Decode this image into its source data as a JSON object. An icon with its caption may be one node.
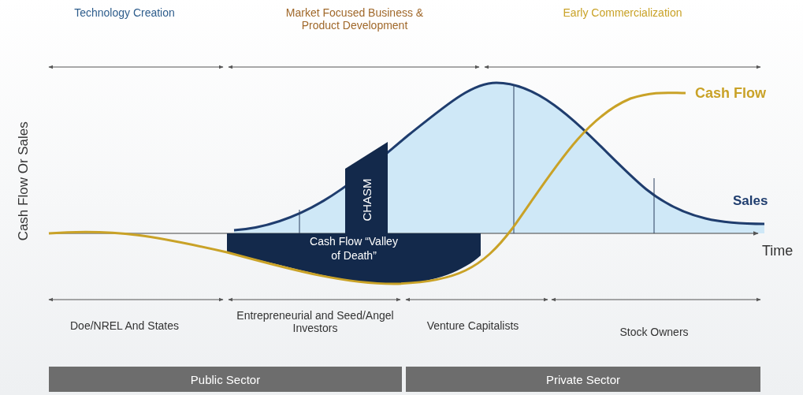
{
  "diagram": {
    "nodes": [
      {
        "text": [
          "CHASM"
        ]
      },
      {
        "text": [
          "Cash Flow “Valley of Death”"
        ]
      },
      {
        "text": [
          "Public Sector"
        ]
      },
      {
        "text": [
          "Private Sector"
        ]
      }
    ],
    "labels": [
      "Technology Creation",
      "Market Focused Business & Product Development",
      "Early Commercialization",
      "Cash Flow",
      "Sales",
      "Cash Flow Or Sales",
      "Time",
      "Doe/NREL And States",
      "Entrepreneurial and Seed/Angel Investors",
      "Venture Capitalists",
      "Stock Owners"
    ]
  }
}
